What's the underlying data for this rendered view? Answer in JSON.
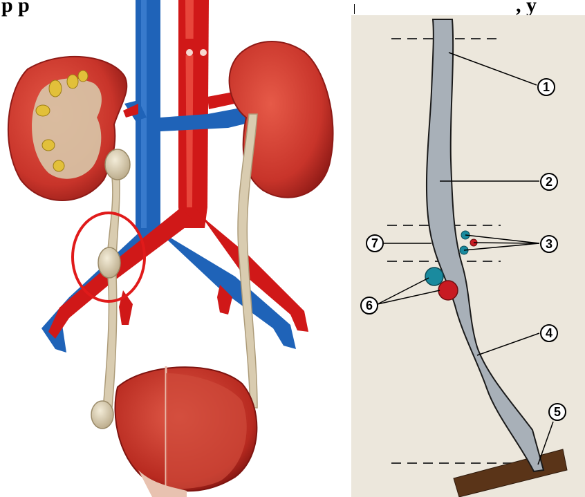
{
  "header": {
    "left_text": "р            р",
    "right_text": ", у"
  },
  "callouts": [
    "1",
    "2",
    "3",
    "4",
    "5",
    "6",
    "7"
  ],
  "colors": {
    "artery": "#d01818",
    "vein": "#1f63b8",
    "kidney": "#c8342a",
    "kidney_dark": "#8e1a16",
    "ureter": "#d9ccb0",
    "ureter_shadow": "#ad9c7a",
    "bladder": "#c23a2c",
    "pelvis_yellow": "#e2c03a",
    "highlight_ring": "#e01a1a",
    "panel_bg": "#ece7dc",
    "ureter_schematic": "#a8b0b8",
    "vessel_teal": "#1a8a9e",
    "vessel_red": "#c81a22",
    "muscle_brown": "#5a3418"
  }
}
